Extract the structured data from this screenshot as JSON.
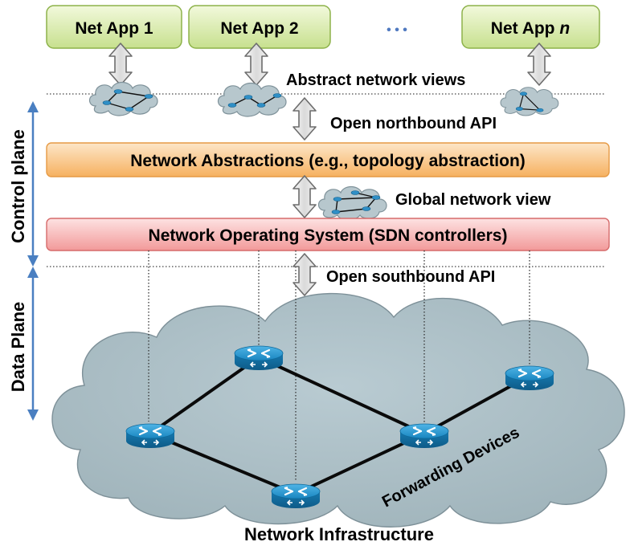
{
  "apps": [
    {
      "label": "Net App 1",
      "italic_suffix": ""
    },
    {
      "label": "Net App 2",
      "italic_suffix": ""
    },
    {
      "label": "Net App ",
      "italic_suffix": "n"
    }
  ],
  "app_ellipsis": "• • •",
  "labels": {
    "abstract_views": "Abstract network views",
    "northbound_api": "Open northbound API",
    "network_abstractions": "Network Abstractions (e.g., topology abstraction)",
    "global_view": "Global network view",
    "nos": "Network Operating System (SDN controllers)",
    "southbound_api": "Open southbound API",
    "forwarding_devices": "Forwarding Devices",
    "network_infrastructure": "Network Infrastructure"
  },
  "side_labels": {
    "control_plane": "Control plane",
    "data_plane": "Data Plane"
  },
  "colors": {
    "app_fill_top": "#f2f9dc",
    "app_fill_bottom": "#c7e08e",
    "app_border": "#8db24a",
    "abstraction_fill_top": "#fde6c8",
    "abstraction_fill_bottom": "#f6b160",
    "nos_fill_top": "#fde2e2",
    "nos_fill_bottom": "#f29a9a",
    "cloud_fill": "#a9bcc3",
    "cloud_stroke": "#7d9098",
    "router_blue": "#1b8ec8",
    "side_arrow": "#4a7fc1",
    "api_arrow_fill": "#e8e8e8",
    "api_arrow_stroke": "#707070"
  },
  "icons": [
    "router-icon",
    "double-arrow-icon",
    "mini-cloud-icon"
  ]
}
